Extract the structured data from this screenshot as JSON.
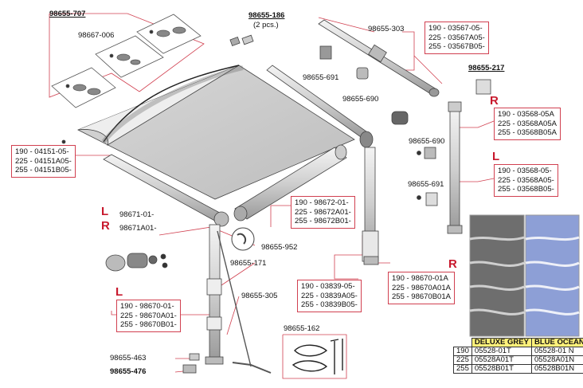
{
  "labels": {
    "p98655_707": "98655-707",
    "p98667_006": "98667-006",
    "p98655_186": "98655-186",
    "p98655_186_note": "(2 pcs.)",
    "p98655_303": "98655-303",
    "p98655_691a": "98655-691",
    "p98655_690a": "98655-690",
    "p98655_217": "98655-217",
    "p98655_690b": "98655-690",
    "p98655_691b": "98655-691",
    "p98671_01": "98671-01-",
    "p98671A01": "98671A01-",
    "p98655_952": "98655-952",
    "p98655_171": "98655-171",
    "p98655_305": "98655-305",
    "p98655_162": "98655-162",
    "p98655_463": "98655-463",
    "p98655_476": "98655-476"
  },
  "side_markers": {
    "r_top": "R",
    "l_mid": "L",
    "l_left": "L",
    "r_left": "R",
    "l_low": "L",
    "r_bottom": "R"
  },
  "boxes": {
    "b03567": [
      "190 - 03567-05-",
      "225 - 03567A05-",
      "255 - 03567B05-"
    ],
    "b03568R": [
      "190 - 03568-05A",
      "225 - 03568A05A",
      "255 - 03568B05A"
    ],
    "b03568L": [
      "190 - 03568-05-",
      "225 - 03568A05-",
      "255 - 03568B05-"
    ],
    "b04151": [
      "190 - 04151-05-",
      "225 - 04151A05-",
      "255 - 04151B05-"
    ],
    "b98672": [
      "190 - 98672-01-",
      "225 - 98672A01-",
      "255 - 98672B01-"
    ],
    "b03839": [
      "190 - 03839-05-",
      "225 - 03839A05-",
      "255 - 03839B05-"
    ],
    "b98670R": [
      "190 - 98670-01A",
      "225 - 98670A01A",
      "255 - 98670B01A"
    ],
    "b98670L": [
      "190 - 98670-01-",
      "225 - 98670A01-",
      "255 - 98670B01-"
    ]
  },
  "fabric_table": {
    "headers": [
      "DELUXE GREY",
      "BLUE OCEAN"
    ],
    "rows": [
      {
        "size": "190",
        "grey": "05528-01T",
        "blue": "05528-01 N"
      },
      {
        "size": "225",
        "grey": "05528A01T",
        "blue": "05528A01N"
      },
      {
        "size": "255",
        "grey": "05528B01T",
        "blue": "05528B01N"
      }
    ]
  },
  "colors": {
    "leader": "#d14050",
    "marker": "#c8192d",
    "swatch_grey": "#6e6e6e",
    "swatch_blue": "#8d9fd6",
    "header_yellow": "#fff17a"
  }
}
